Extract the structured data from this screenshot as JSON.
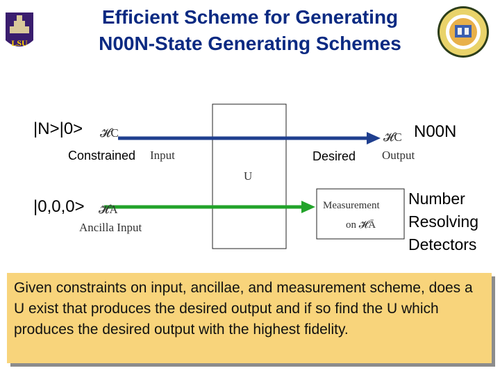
{
  "title": {
    "line1": "Efficient Scheme for Generating",
    "line2": "N00N-State Generating Schemes"
  },
  "logos": {
    "left_text": "LSU"
  },
  "diagram": {
    "input_state": "|N>|0>",
    "input_space": "𝓗C",
    "input_constraint": "Constrained",
    "input_label": "Input",
    "ancilla_state": "|0,0,0>",
    "ancilla_space": "𝓗A",
    "ancilla_label": "Ancilla Input",
    "unitary": "U",
    "output_state": "N00N",
    "output_space": "𝓗C",
    "output_qualifier": "Desired",
    "output_label": "Output",
    "measurement_line1": "Measurement",
    "measurement_line2": "on 𝓗Ā",
    "detector_line1": "Number",
    "detector_line2": "Resolving",
    "detector_line3": "Detectors",
    "colors": {
      "top_arrow": "#1f3f8f",
      "bottom_arrow": "#22a32a"
    }
  },
  "note": "Given constraints on input, ancillae, and measurement scheme, does a U exist that produces the desired output and if so find the U which produces the desired output with the highest fidelity."
}
